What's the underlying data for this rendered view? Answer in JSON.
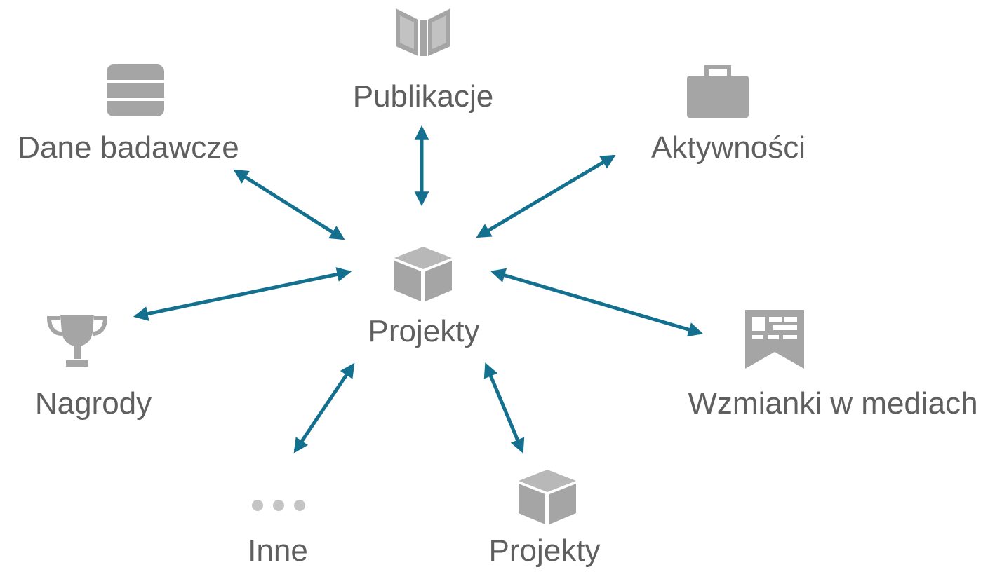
{
  "colors": {
    "arrow": "#13708f",
    "icon": "#a5a5a5",
    "label": "#5f5f5f"
  },
  "center": {
    "label": "Projekty",
    "icon": "cube-icon"
  },
  "nodes": {
    "publikacje": {
      "label": "Publikacje",
      "icon": "book-icon"
    },
    "dane": {
      "label": "Dane badawcze",
      "icon": "database-icon"
    },
    "aktywnosci": {
      "label": "Aktywności",
      "icon": "briefcase-icon"
    },
    "nagrody": {
      "label": "Nagrody",
      "icon": "trophy-icon"
    },
    "wzmianki": {
      "label": "Wzmianki w mediach",
      "icon": "news-bookmark-icon"
    },
    "inne": {
      "label": "Inne",
      "icon": "more-dots-icon"
    },
    "projekty": {
      "label": "Projekty",
      "icon": "cube-icon"
    }
  },
  "connections": [
    {
      "from": "center",
      "to": "publikacje",
      "bidirectional": true
    },
    {
      "from": "center",
      "to": "dane",
      "bidirectional": true
    },
    {
      "from": "center",
      "to": "aktywnosci",
      "bidirectional": true
    },
    {
      "from": "center",
      "to": "nagrody",
      "bidirectional": true
    },
    {
      "from": "center",
      "to": "wzmianki",
      "bidirectional": true
    },
    {
      "from": "center",
      "to": "inne",
      "bidirectional": true
    },
    {
      "from": "center",
      "to": "projekty",
      "bidirectional": true
    }
  ]
}
